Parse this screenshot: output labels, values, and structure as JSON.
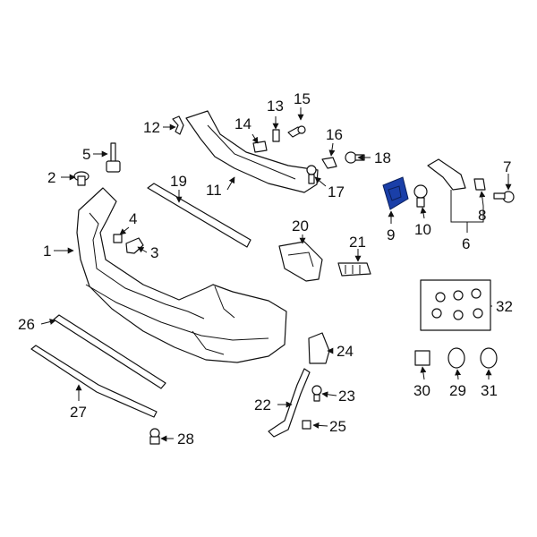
{
  "highlight_color": "#1a3fa8",
  "callouts": {
    "c1": "1",
    "c2": "2",
    "c3": "3",
    "c4": "4",
    "c5": "5",
    "c6": "6",
    "c7": "7",
    "c8": "8",
    "c9": "9",
    "c10": "10",
    "c11": "11",
    "c12": "12",
    "c13": "13",
    "c14": "14",
    "c15": "15",
    "c16": "16",
    "c17": "17",
    "c18": "18",
    "c19": "19",
    "c20": "20",
    "c21": "21",
    "c22": "22",
    "c23": "23",
    "c24": "24",
    "c25": "25",
    "c26": "26",
    "c27": "27",
    "c28": "28",
    "c29": "29",
    "c30": "30",
    "c31": "31",
    "c32": "32"
  }
}
